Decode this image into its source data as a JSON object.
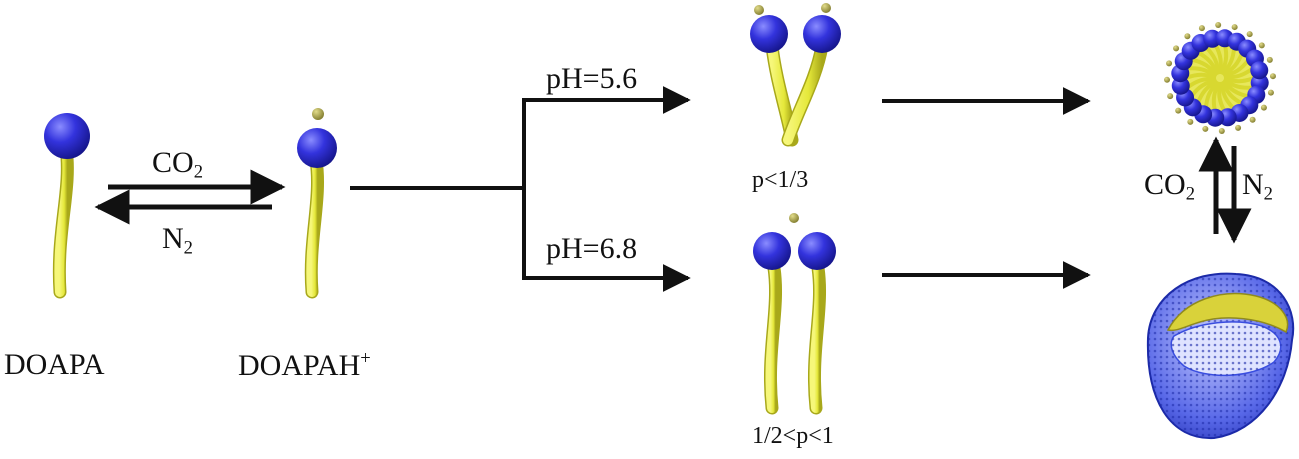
{
  "labels": {
    "doapa": "DOAPA",
    "doapah": "DOAPAH",
    "doapah_sup": "+",
    "co2_main": "CO",
    "co2_main_sub": "2",
    "n2_main": "N",
    "n2_main_sub": "2",
    "ph_low": "pH=5.6",
    "ph_high": "pH=6.8",
    "p_low": "p<1/3",
    "p_high": "1/2<p<1",
    "co2_right": "CO",
    "co2_right_sub": "2",
    "n2_right": "N",
    "n2_right_sub": "2"
  },
  "colors": {
    "head": "#3333dd",
    "head_dark": "#141488",
    "tail": "#e5e83a",
    "tail_dark": "#a8a81a",
    "proton": "#a8a24a",
    "line": "#111111",
    "membrane_blue": "#3a4ee0",
    "membrane_yellow": "#d9d23a"
  }
}
